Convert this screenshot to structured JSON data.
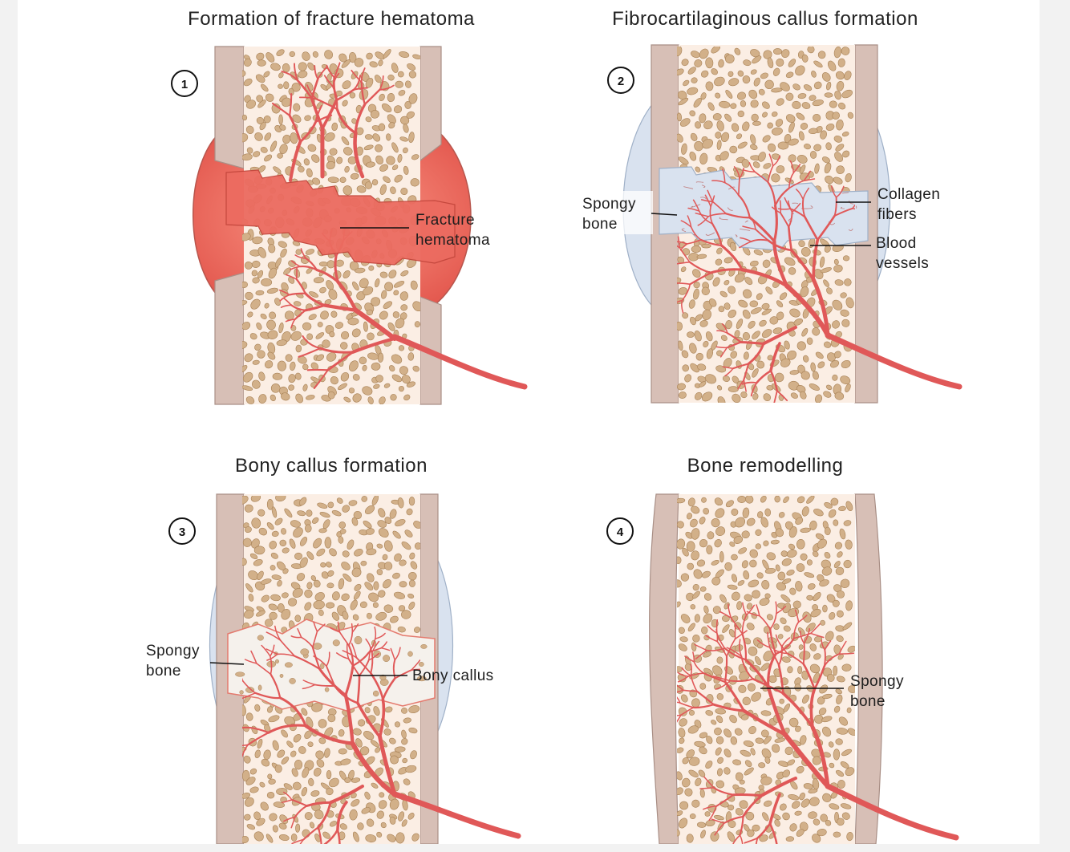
{
  "panels": [
    {
      "step": "1",
      "title": "Formation of fracture hematoma",
      "labels": [
        {
          "lines": [
            "Fracture",
            "hematoma"
          ]
        }
      ]
    },
    {
      "step": "2",
      "title": "Fibrocartilaginous callus formation",
      "labels": [
        {
          "lines": [
            "Spongy",
            "bone"
          ]
        },
        {
          "lines": [
            "Collagen",
            "fibers"
          ]
        },
        {
          "lines": [
            "Blood",
            "vessels"
          ]
        }
      ]
    },
    {
      "step": "3",
      "title": "Bony callus formation",
      "labels": [
        {
          "lines": [
            "Spongy",
            "bone"
          ]
        },
        {
          "lines": [
            "Bony callus"
          ]
        }
      ]
    },
    {
      "step": "4",
      "title": "Bone remodelling",
      "labels": [
        {
          "lines": [
            "Spongy",
            "bone"
          ]
        }
      ]
    }
  ],
  "colors": {
    "cortex": "#d7bfb6",
    "cortex_edge": "#a98f86",
    "marrow": "#fbeee4",
    "trabecula": "#d2b089",
    "trabecula_edge": "#a78055",
    "vessel": "#e05858",
    "hematoma": "#ec6b60",
    "hematoma_light": "#f49a8c",
    "fibrocartilage": "#d9e2ef",
    "bony_callus": "#f5f1ec"
  },
  "icons": [
    "circled-number-icon",
    "blood-vessel-icon"
  ]
}
